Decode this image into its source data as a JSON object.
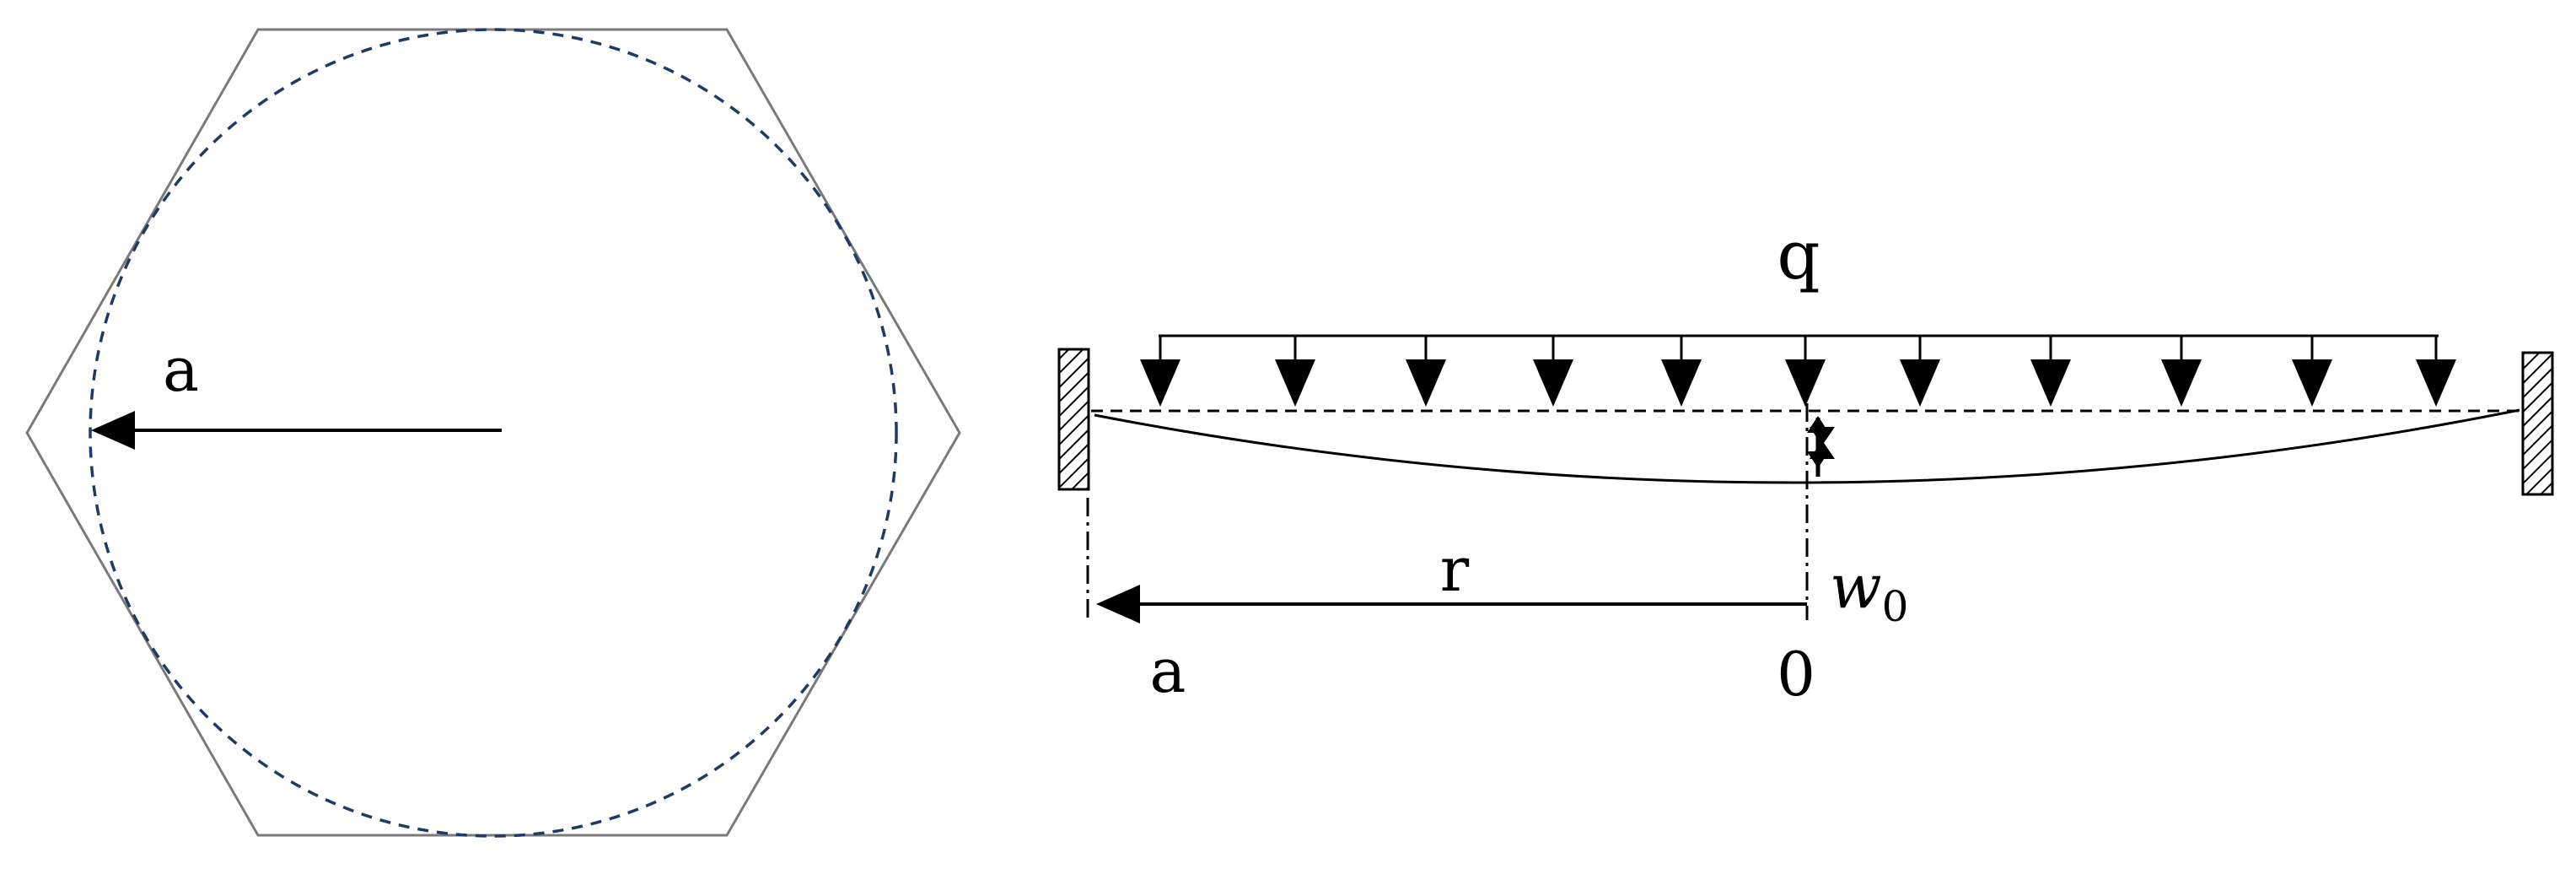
{
  "hexagon_view": {
    "radius_label": "a"
  },
  "section_view": {
    "load_label": "q",
    "radial_label": "r",
    "deflection_label_main": "w",
    "deflection_label_sub": "0",
    "edge_label": "a",
    "center_label": "0"
  },
  "colors": {
    "hexagon_stroke": "#7a7a7a",
    "circle_dash": "#1f3a64",
    "ink": "#000000"
  }
}
